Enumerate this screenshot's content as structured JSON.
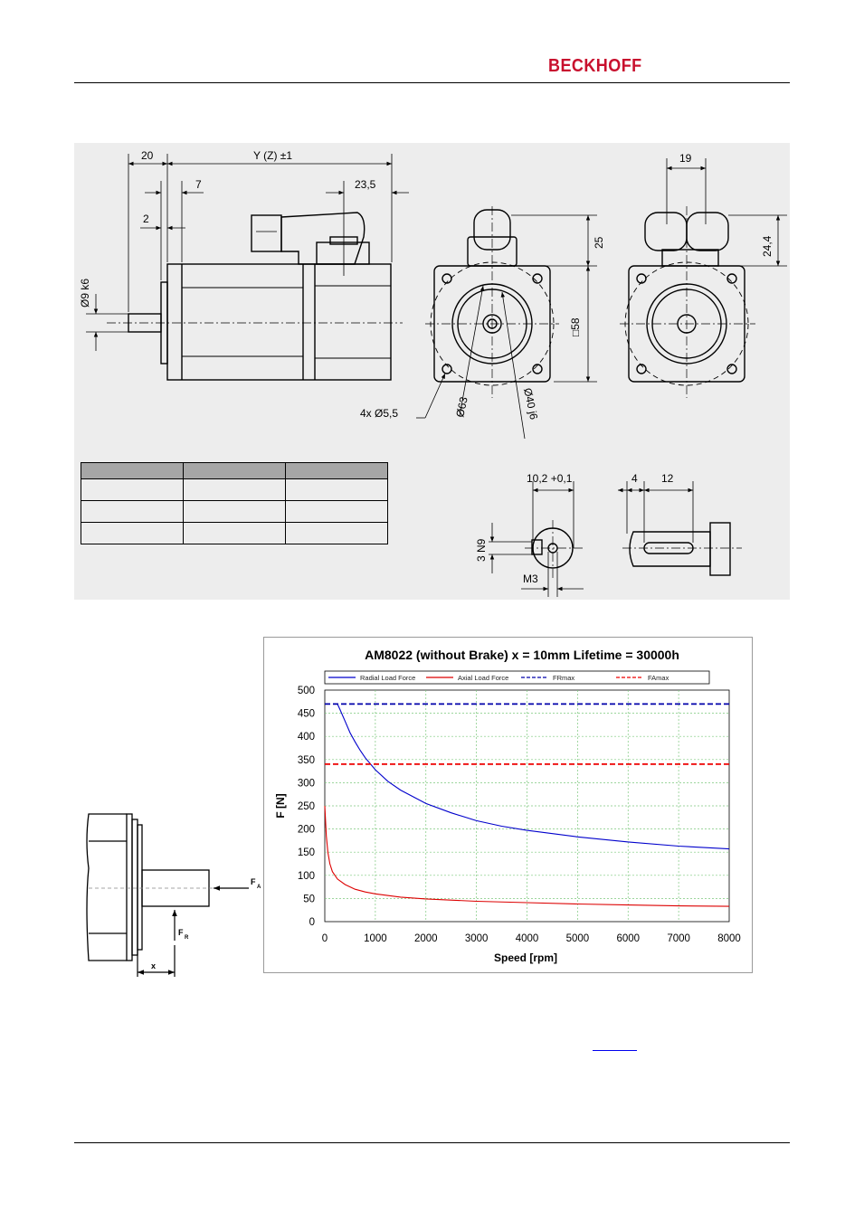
{
  "header": {
    "logo_text": "BECKHOFF",
    "logo_color": "#c8102e"
  },
  "drawing": {
    "dims": {
      "d20": "20",
      "yz": "Y (Z) ±1",
      "d7": "7",
      "d2": "2",
      "d235": "23,5",
      "d9k6": "Ø9 k6",
      "d25": "25",
      "sq58": "□58",
      "holes": "4x Ø5,5",
      "d63": "Ø63",
      "d40j6": "Ø40 j6",
      "d19": "19",
      "d244": "24,4",
      "d102": "10,2 +0,1",
      "d3n9": "3 N9",
      "m3": "M3",
      "d4": "4",
      "d12": "12"
    }
  },
  "dimension_table": {
    "rows": 3,
    "cols": 3,
    "header_color": "#a6a6a6"
  },
  "load_sketch": {
    "fa": "F",
    "fa_sub": "A",
    "fr": "F",
    "fr_sub": "R",
    "x": "x"
  },
  "chart_data": {
    "type": "line",
    "title": "AM8022 (without Brake) x = 10mm Lifetime = 30000h",
    "xlabel": "Speed [rpm]",
    "ylabel": "F [N]",
    "xlim": [
      0,
      8000
    ],
    "ylim": [
      0,
      500
    ],
    "xticks": [
      0,
      1000,
      2000,
      3000,
      4000,
      5000,
      6000,
      7000,
      8000
    ],
    "yticks": [
      0,
      50,
      100,
      150,
      200,
      250,
      300,
      350,
      400,
      450,
      500
    ],
    "grid": true,
    "legend_position": "top",
    "series": [
      {
        "name": "Radial Load Force",
        "color": "#0000cc",
        "style": "solid",
        "x": [
          250,
          300,
          400,
          500,
          600,
          700,
          800,
          1000,
          1250,
          1500,
          2000,
          2500,
          3000,
          3500,
          4000,
          5000,
          6000,
          7000,
          8000
        ],
        "values": [
          470,
          458,
          433,
          408,
          388,
          370,
          354,
          328,
          303,
          284,
          255,
          235,
          218,
          206,
          197,
          183,
          172,
          163,
          157
        ]
      },
      {
        "name": "Axial Load Force",
        "color": "#dd0000",
        "style": "solid",
        "x": [
          0,
          30,
          60,
          100,
          150,
          250,
          400,
          600,
          800,
          1000,
          1500,
          2000,
          3000,
          4000,
          5000,
          6000,
          7000,
          8000
        ],
        "values": [
          250,
          185,
          150,
          125,
          108,
          92,
          80,
          70,
          64,
          60,
          53,
          49,
          44,
          41,
          38,
          36,
          34,
          33
        ]
      },
      {
        "name": "FRmax",
        "color": "#0000aa",
        "style": "dashed",
        "x": [
          0,
          8000
        ],
        "values": [
          470,
          470
        ]
      },
      {
        "name": "FAmax",
        "color": "#ee0000",
        "style": "dashed",
        "x": [
          0,
          8000
        ],
        "values": [
          340,
          340
        ]
      }
    ]
  }
}
